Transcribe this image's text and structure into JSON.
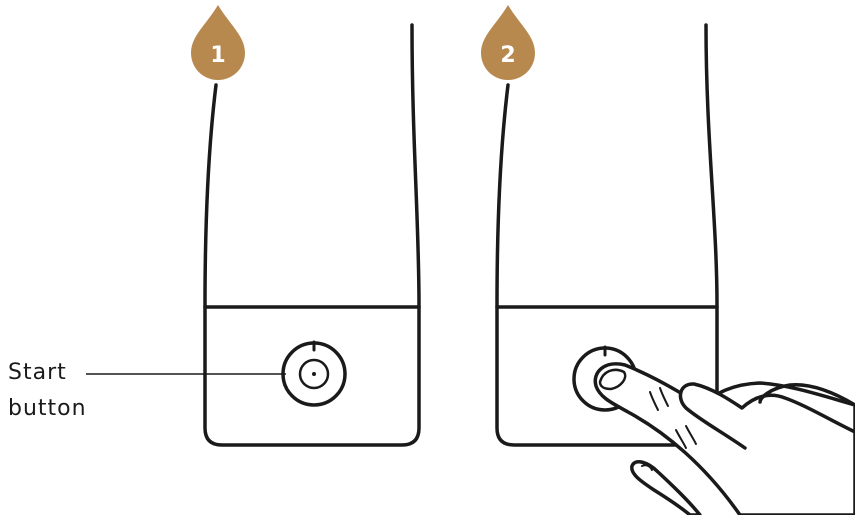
{
  "colors": {
    "accent": "#B8894E",
    "line": "#1a1a1a",
    "background": "#ffffff"
  },
  "steps": [
    {
      "number": "1",
      "icon": "drop-badge"
    },
    {
      "number": "2",
      "icon": "drop-badge"
    }
  ],
  "callout": {
    "line1": "Start",
    "line2": "button"
  },
  "icons": [
    "start-button-icon",
    "pressing-hand-icon"
  ]
}
